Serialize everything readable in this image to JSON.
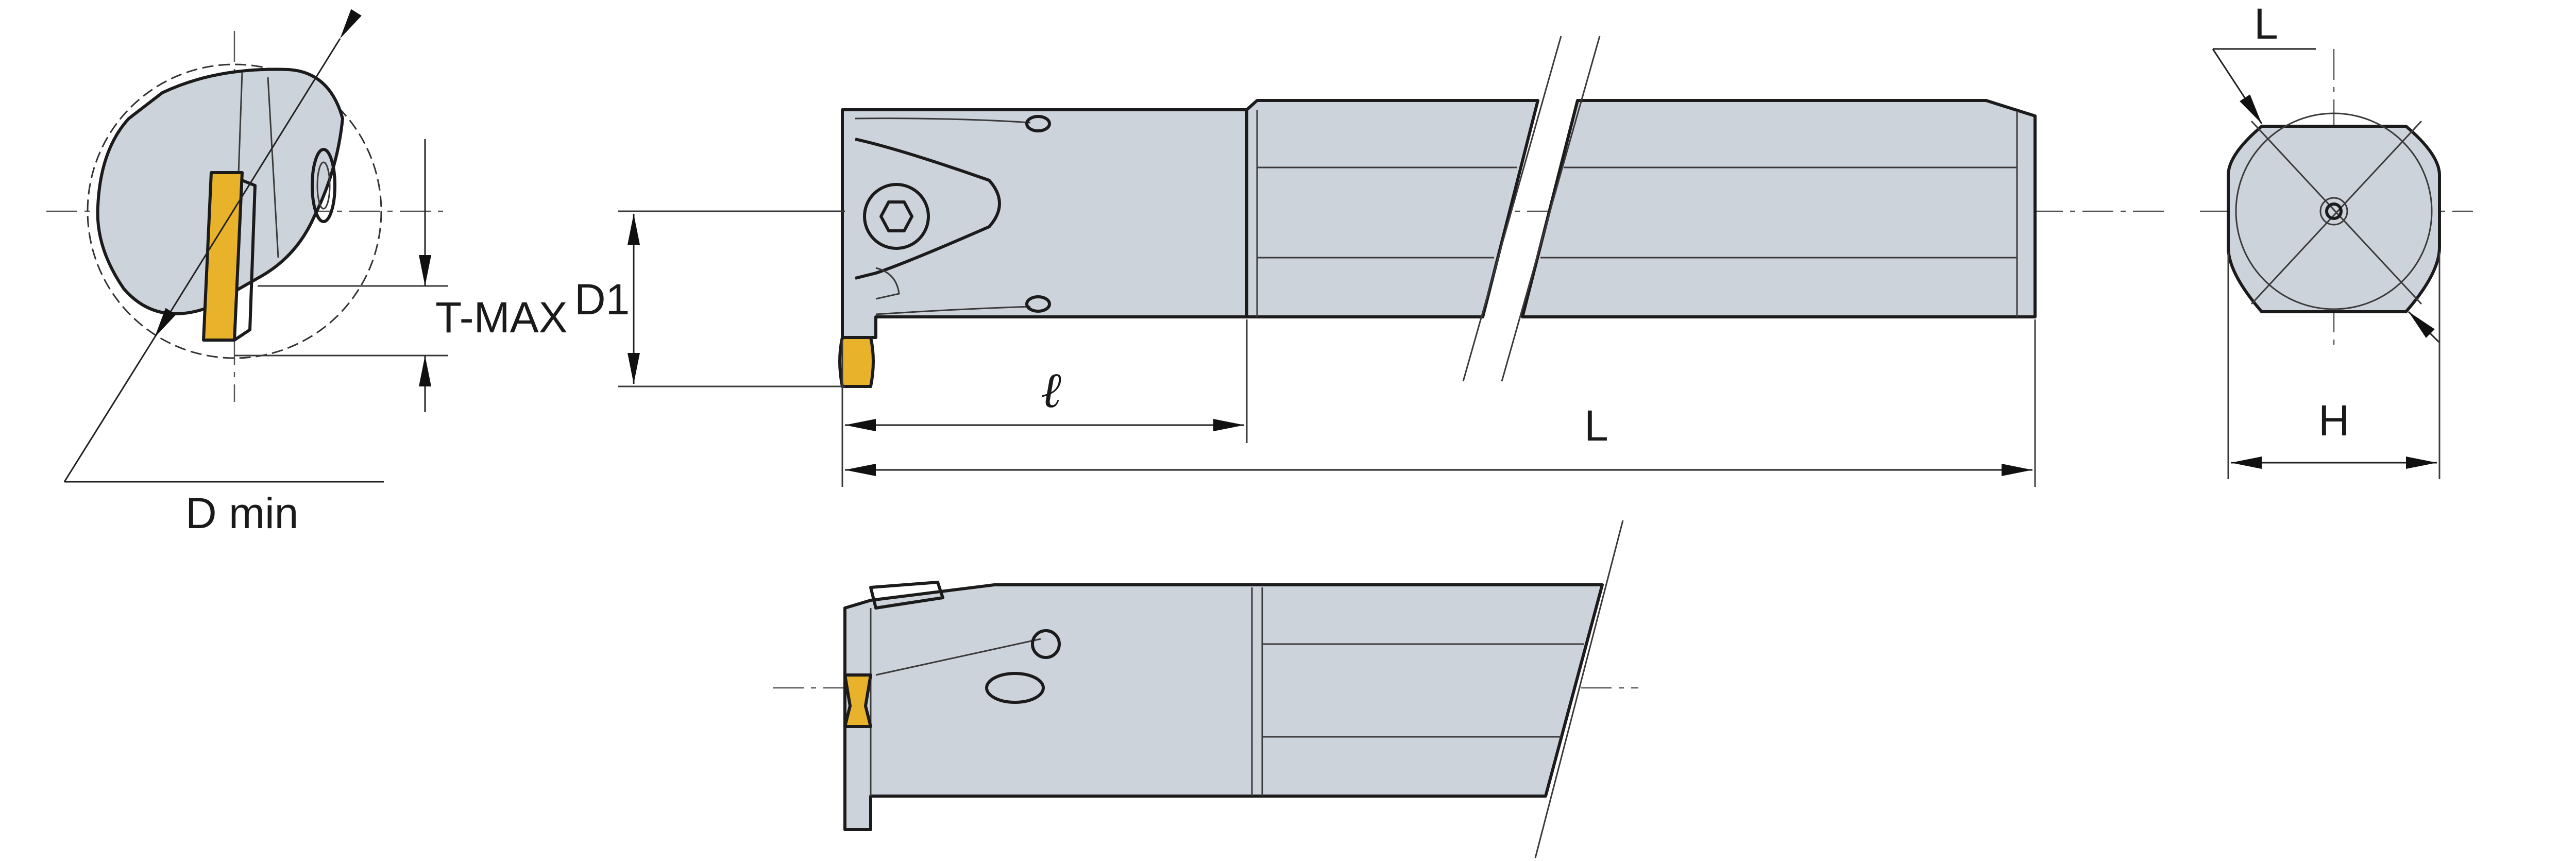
{
  "colors": {
    "body": "#cdd3da",
    "insert": "#e8b22a",
    "outline": "#1b1b1b",
    "background": "#ffffff"
  },
  "labels": {
    "d_min": "D min",
    "t_max": "T-MAX",
    "d1": "D1",
    "small_l": "ℓ",
    "overall_l": "L",
    "end_view_l": "L",
    "height_h": "H"
  }
}
